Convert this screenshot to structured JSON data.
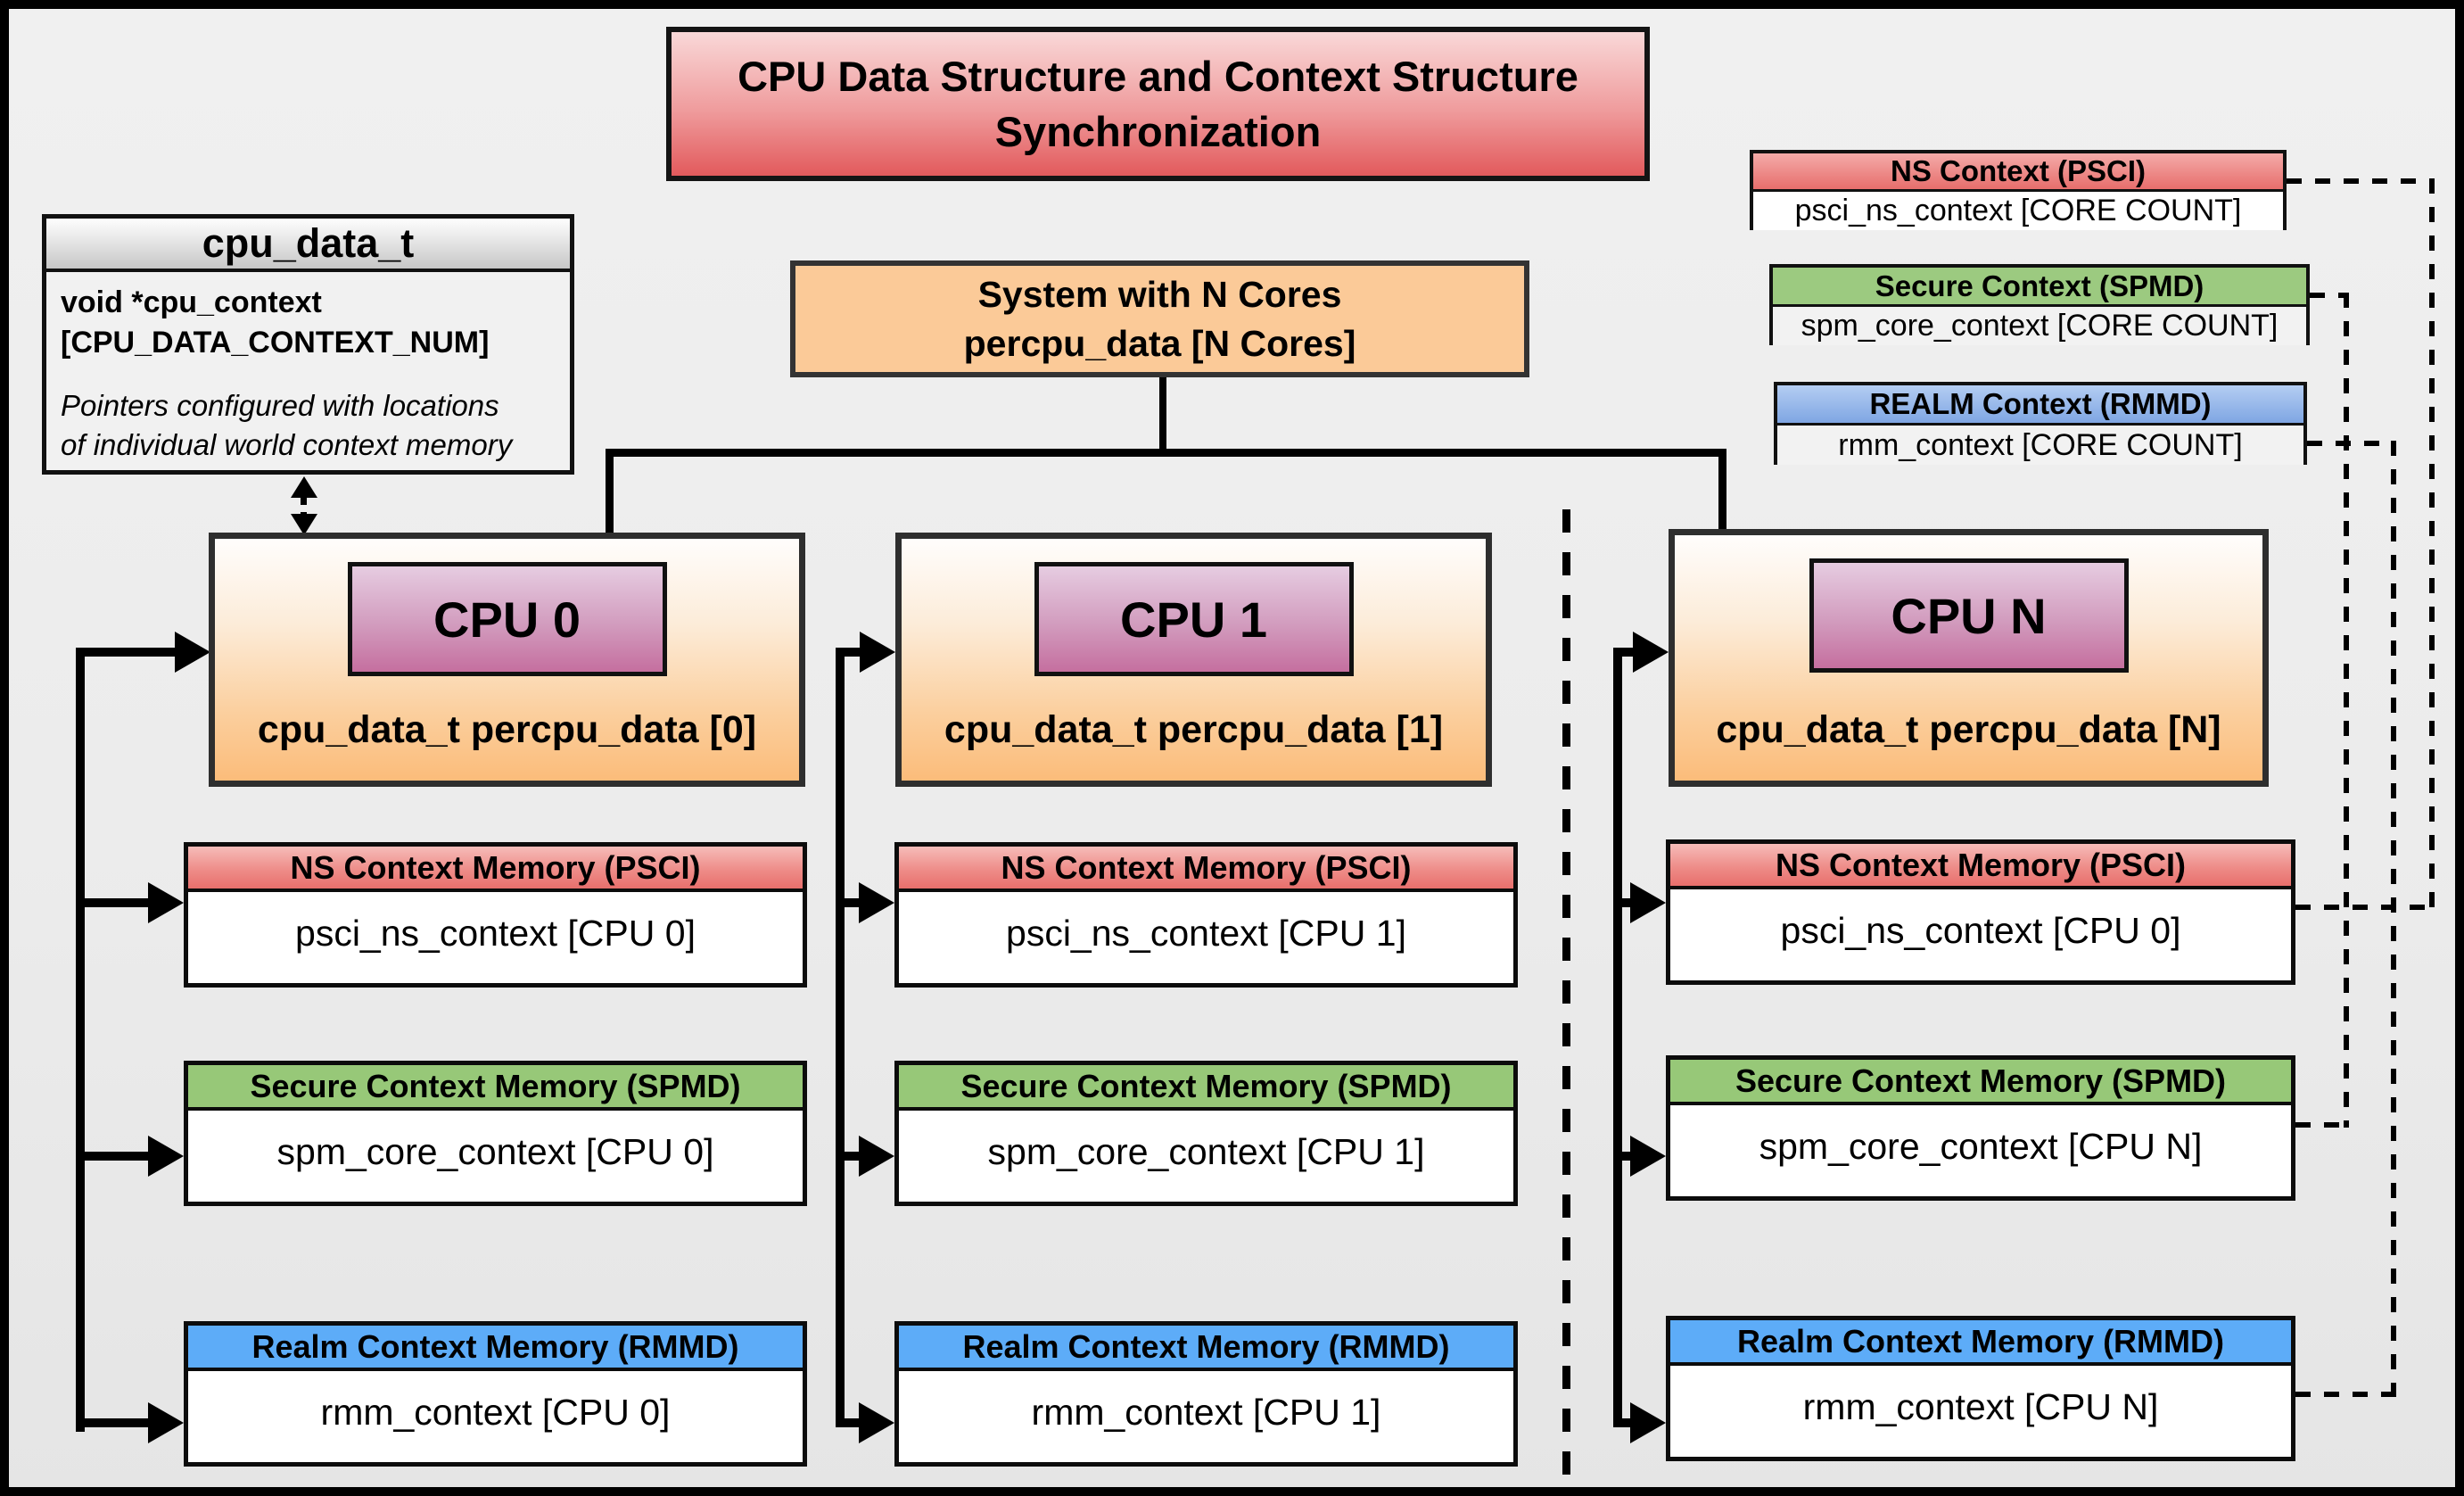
{
  "title": {
    "line1": "CPU Data Structure and Context Structure",
    "line2": "Synchronization"
  },
  "cpu_data_t_box": {
    "header": "cpu_data_t",
    "field": "void  *cpu_context\n[CPU_DATA_CONTEXT_NUM]",
    "note": "Pointers configured with locations\nof individual world context memory"
  },
  "system_box": {
    "line1": "System with N Cores",
    "line2": "percpu_data [N Cores]"
  },
  "legend": [
    {
      "header": "NS Context  (PSCI)",
      "body": "psci_ns_context [CORE COUNT]"
    },
    {
      "header": "Secure Context (SPMD)",
      "body": "spm_core_context [CORE COUNT]"
    },
    {
      "header": "REALM Context (RMMD)",
      "body": "rmm_context [CORE COUNT]"
    }
  ],
  "cpu_columns": [
    {
      "chip": "CPU 0",
      "label": "cpu_data_t percpu_data [0]",
      "ns": {
        "header": "NS Context Memory (PSCI)",
        "body": "psci_ns_context [CPU 0]"
      },
      "secure": {
        "header": "Secure Context Memory (SPMD)",
        "body": "spm_core_context [CPU 0]"
      },
      "realm": {
        "header": "Realm Context Memory (RMMD)",
        "body": "rmm_context [CPU 0]"
      }
    },
    {
      "chip": "CPU 1",
      "label": "cpu_data_t percpu_data [1]",
      "ns": {
        "header": "NS Context Memory (PSCI)",
        "body": "psci_ns_context [CPU 1]"
      },
      "secure": {
        "header": "Secure Context Memory (SPMD)",
        "body": "spm_core_context [CPU 1]"
      },
      "realm": {
        "header": "Realm Context Memory (RMMD)",
        "body": "rmm_context [CPU 1]"
      }
    },
    {
      "chip": "CPU N",
      "label": "cpu_data_t percpu_data [N]",
      "ns": {
        "header": "NS Context Memory (PSCI)",
        "body": "psci_ns_context [CPU 0]"
      },
      "secure": {
        "header": "Secure Context Memory (SPMD)",
        "body": "spm_core_context [CPU N]"
      },
      "realm": {
        "header": "Realm Context Memory (RMMD)",
        "body": "rmm_context [CPU N]"
      }
    }
  ],
  "colors": {
    "background": "#ededed",
    "title_gradient_top": "#f9d8d8",
    "title_gradient_bottom": "#e25a5c",
    "ns_header_top": "#f6bcb9",
    "ns_header_bottom": "#e86f6c",
    "secure_header": "#97c878",
    "realm_header": "#5dacf8",
    "legend_realm_top": "#b4cdf2",
    "legend_realm_bottom": "#7fa6e3",
    "system_fill": "#fbca98",
    "cpu_box_top": "#fffdfc",
    "cpu_box_bottom": "#fbbc7a",
    "chip_top": "#e6cce1",
    "chip_bottom": "#c56f9f",
    "struct_header_top": "#fefefe",
    "struct_header_bottom": "#c7c7c7",
    "line_color": "#000000"
  }
}
